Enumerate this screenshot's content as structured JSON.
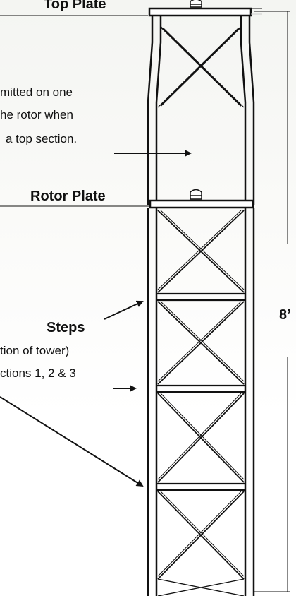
{
  "labels": {
    "top_plate": "Top Plate",
    "note_line1": "mitted on one",
    "note_line2": "he rotor when",
    "note_line3": "a top section.",
    "rotor_plate": "Rotor Plate",
    "steps": "Steps",
    "steps_note1": "tion of tower)",
    "steps_note2": "ctions 1, 2 & 3",
    "height": "8’"
  },
  "colors": {
    "line": "#111111",
    "gusset": "#333333",
    "background_top": "#f4f5f2"
  },
  "icons": {
    "bolt_top": "bolt-icon",
    "bolt_rotor": "bolt-icon"
  }
}
